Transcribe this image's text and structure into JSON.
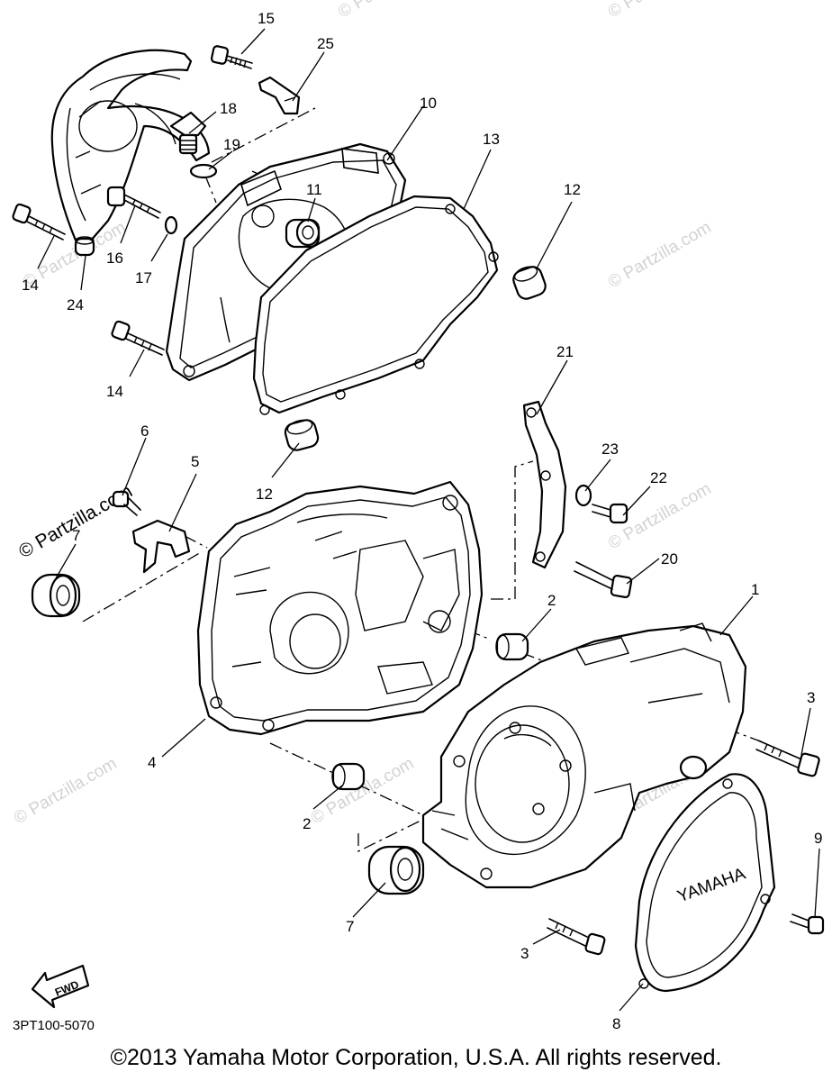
{
  "diagram": {
    "watermark": "© Partzilla.com",
    "brand_text": "YAMAHA",
    "fwd_label": "FWD",
    "diagram_code": "3PT100-5070",
    "copyright": "©2013  Yamaha Motor Corporation, U.S.A. All rights reserved.",
    "callouts": [
      "15",
      "25",
      "18",
      "10",
      "13",
      "19",
      "11",
      "12",
      "14",
      "16",
      "17",
      "24",
      "14",
      "21",
      "6",
      "5",
      "23",
      "22",
      "12",
      "7",
      "20",
      "2",
      "1",
      "3",
      "4",
      "2",
      "9",
      "7",
      "3",
      "8"
    ]
  }
}
